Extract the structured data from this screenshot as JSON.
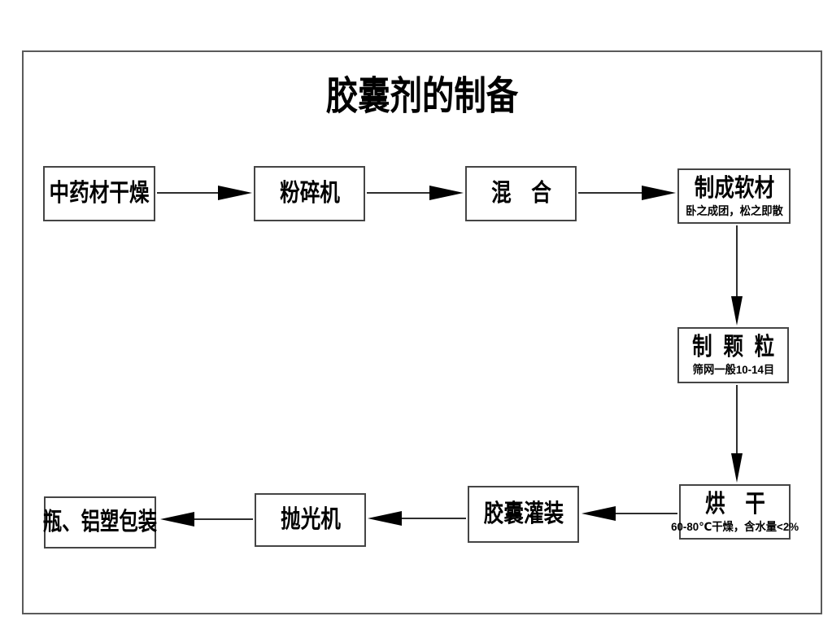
{
  "diagram": {
    "title": "胶囊剂的制备",
    "nodes": {
      "drying": {
        "label": "中药材干燥"
      },
      "crusher": {
        "label": "粉碎机"
      },
      "mixing": {
        "label": "混　合"
      },
      "soft_material": {
        "label": "制成软材",
        "note": "卧之成团，松之即散"
      },
      "granulation": {
        "label": "制  颗  粒",
        "note": "筛网一般10-14目"
      },
      "oven_drying": {
        "label": "烘　干",
        "note": "60-80℃干燥，含水量<2%"
      },
      "capsule_filling": {
        "label": "胶囊灌装"
      },
      "polisher": {
        "label": "抛光机"
      },
      "packaging": {
        "label": "瓶、铝塑包装"
      }
    },
    "flow": [
      {
        "from": "drying",
        "to": "crusher",
        "direction": "right"
      },
      {
        "from": "crusher",
        "to": "mixing",
        "direction": "right"
      },
      {
        "from": "mixing",
        "to": "soft_material",
        "direction": "right"
      },
      {
        "from": "soft_material",
        "to": "granulation",
        "direction": "down"
      },
      {
        "from": "granulation",
        "to": "oven_drying",
        "direction": "down"
      },
      {
        "from": "oven_drying",
        "to": "capsule_filling",
        "direction": "left"
      },
      {
        "from": "capsule_filling",
        "to": "polisher",
        "direction": "left"
      },
      {
        "from": "polisher",
        "to": "packaging",
        "direction": "left"
      }
    ],
    "colors": {
      "background": "#ffffff",
      "text": "#000000",
      "box_border": "#454545",
      "frame_border": "#5a5a5a",
      "arrow": "#000000"
    }
  }
}
